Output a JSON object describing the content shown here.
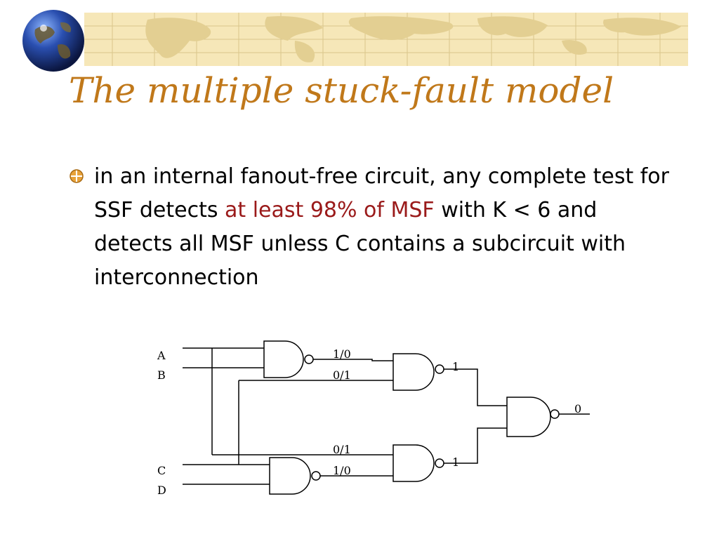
{
  "slide": {
    "title": "The multiple stuck-fault model",
    "bullet": {
      "part1": "in an internal fanout-free circuit, any complete test for SSF detects ",
      "highlight": "at least 98% of MSF",
      "part2": " with K < 6 and detects all MSF unless C contains a subcircuit with interconnection"
    },
    "colors": {
      "title": "#c0781a",
      "highlight": "#9a1a1a",
      "banner": "#f6e7b8"
    },
    "icons": [
      "globe-icon",
      "bullet-icon",
      "world-map-banner"
    ]
  },
  "circuit": {
    "inputs": [
      "A",
      "B",
      "C",
      "D"
    ],
    "labels": {
      "top_1": "1/0",
      "top_2": "0/1",
      "mid_top": "1",
      "output": "0",
      "bot_1": "0/1",
      "bot_2": "1/0",
      "mid_bot": "1"
    }
  }
}
